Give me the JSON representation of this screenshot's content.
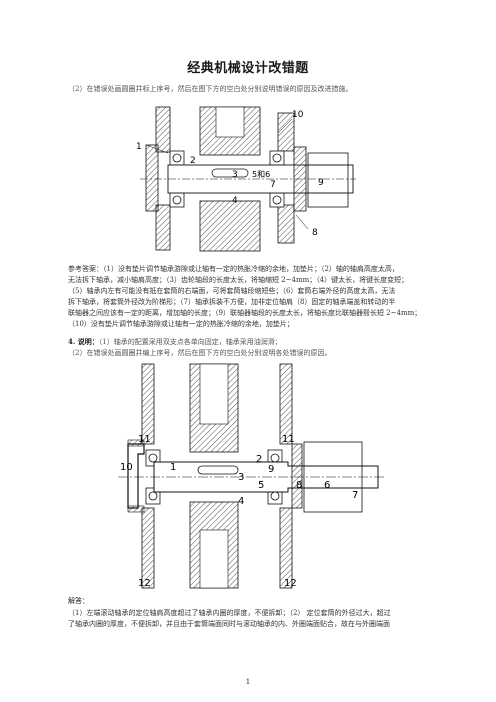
{
  "title": "经典机械设计改错题",
  "q1": {
    "instruction": "（2）在错误处画圆圈并标上序号，然后在图下方的空白处分别说明错误的原因及改进措施。",
    "labels": [
      "1",
      "2",
      "3",
      "4",
      "5和6",
      "7",
      "8",
      "9",
      "10"
    ]
  },
  "answer1": {
    "lines": [
      "参考答案：（1）没有垫片调节轴承游隙或让轴有一定的热胀冷缩的余地，加垫片；（2）轴的轴肩高度太高，",
      "无法拆下轴承，减小轴肩高度；（3）齿轮轴段的长度太长，将轴缩短 2~4mm；（4）键太长，将键长度变短；",
      "（5）轴承内左有可能没有抵在套筒的右端面，可将套筒轴段缩短些；（6）套筒右端外径的高度太高，无法",
      "拆下轴承，将套筒外径改为阶梯形；（7）轴承拆装不方便，加非定位轴肩（8）固定的轴承端盖和转动的半",
      "联轴器之间应该有一定的距离，增加轴的长度；（9）联轴器轴段的长度太长，将轴长度比联轴器毂长短 2~4mm；",
      "（10）没有垫片调节轴承游隙或让轴有一定的热胀冷缩的余地，加垫片；"
    ]
  },
  "q2": {
    "heading": "4. 说明：",
    "heading_rest": "（1）轴承的配置采用双支点各单向固定，轴承采用油润滑；",
    "instruction": "（2）在错误处画圆圈并编上序号，然后在图下方的空白处分别说明各处错误的原因。",
    "labels": [
      "11",
      "11",
      "10",
      "1",
      "2",
      "3",
      "4",
      "5",
      "6",
      "7",
      "8",
      "9",
      "12",
      "12"
    ]
  },
  "answer2": {
    "heading": "解答：",
    "lines": [
      "（1）左端滚动轴承的定位轴肩高度超过了轴承内圈的厚度，不便拆卸；（2）  定位套筒的外径过大，超过",
      "了轴承内圈的厚度，不便拆卸，并且由于套筒端面同时与滚动轴承的内、外圈端面贴合，故在与外圈端面"
    ]
  },
  "page_number": "1"
}
